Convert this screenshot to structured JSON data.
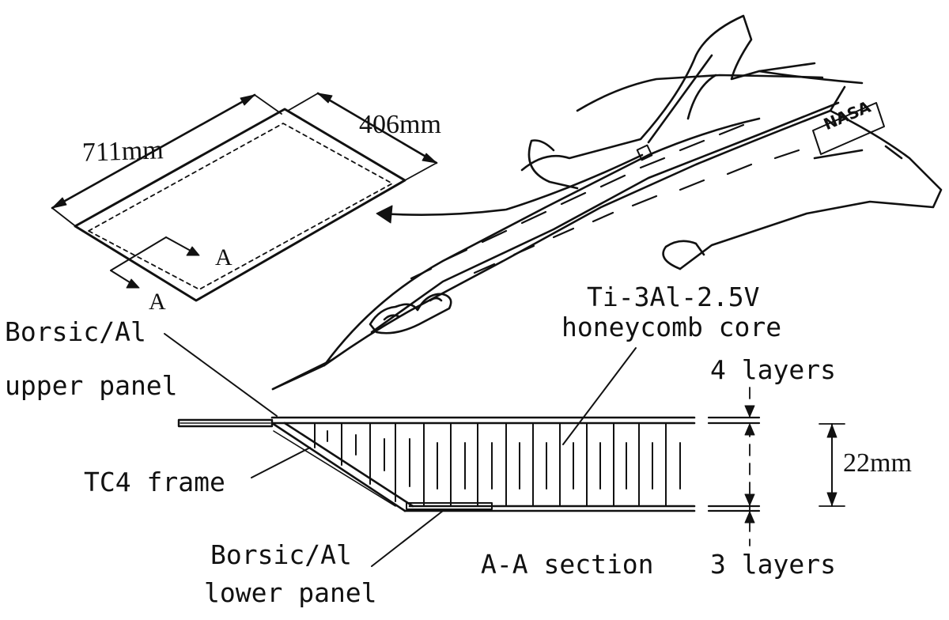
{
  "panel": {
    "length": "711mm",
    "width": "406mm",
    "section_mark_upper": "A",
    "section_mark_lower": "A"
  },
  "aircraft": {
    "fuselage_marking": "NASA"
  },
  "section": {
    "core_label_line1": "Ti-3Al-2.5V",
    "core_label_line2": "honeycomb core",
    "upper_panel_line1": "Borsic/Al",
    "upper_panel_line2": "upper panel",
    "frame_label": "TC4 frame",
    "lower_panel_line1": "Borsic/Al",
    "lower_panel_line2": "lower panel",
    "section_title": "A-A section",
    "upper_layers": "4 layers",
    "thickness": "22mm",
    "lower_layers": "3 layers"
  }
}
